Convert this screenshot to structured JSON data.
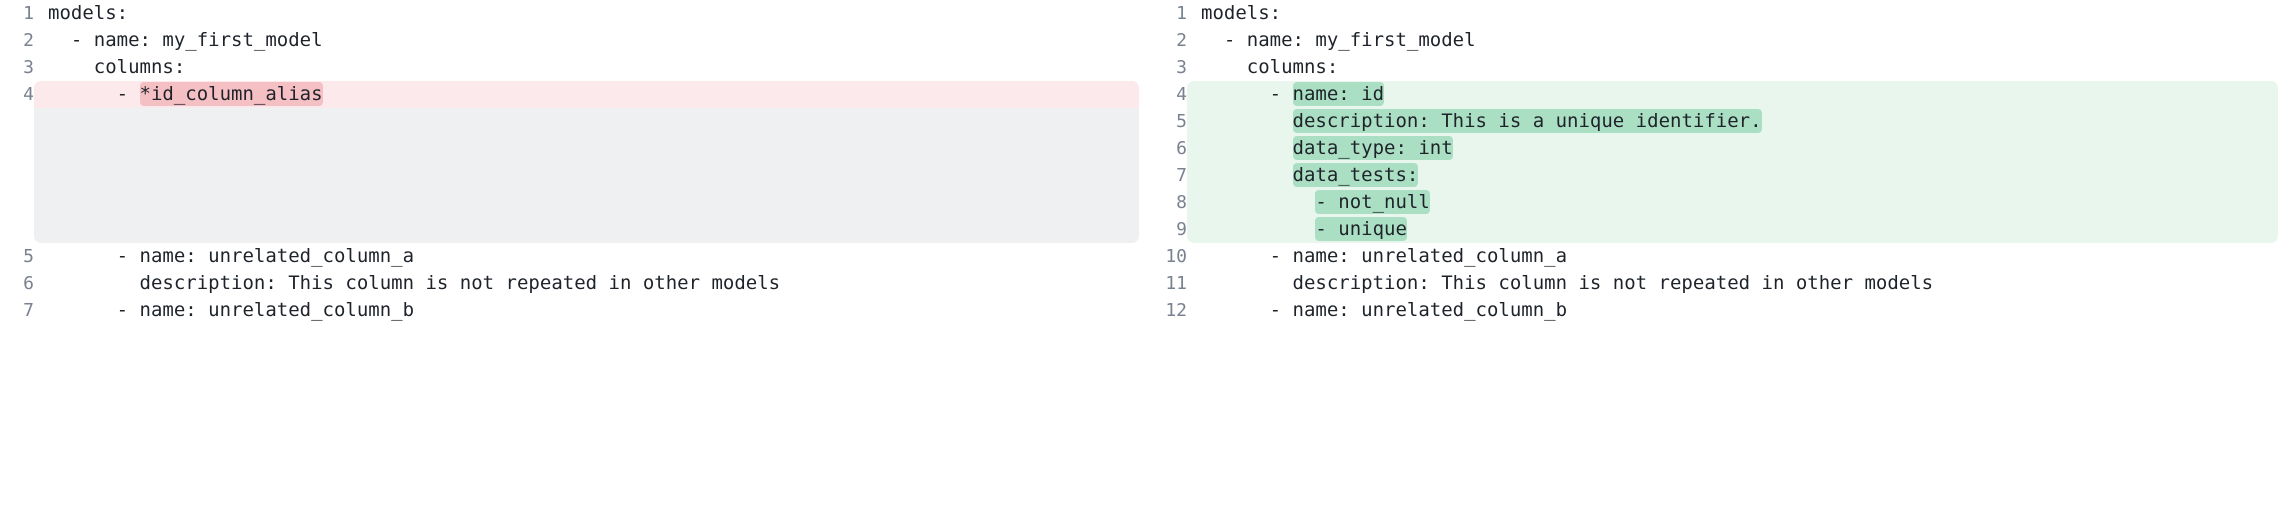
{
  "view": {
    "kind": "split-diff",
    "language": "yaml",
    "colors": {
      "deleted_line_bg": "#fbe9eb",
      "deleted_word_bg": "#f5c0c4",
      "added_line_bg": "#e9f6ee",
      "added_word_bg": "#abdfc4",
      "filler_bg": "#eff0f1",
      "line_number": "#7a8290",
      "text": "#1e232a",
      "background": "#ffffff"
    }
  },
  "left": {
    "rows": [
      {
        "num": "1",
        "type": "ctx",
        "pre": "models:",
        "mark": "",
        "post": ""
      },
      {
        "num": "2",
        "type": "ctx",
        "pre": "  - name: my_first_model",
        "mark": "",
        "post": ""
      },
      {
        "num": "3",
        "type": "ctx",
        "pre": "    columns:",
        "mark": "",
        "post": ""
      },
      {
        "num": "4",
        "type": "del",
        "pre": "      - ",
        "mark": "*id_column_alias",
        "post": ""
      },
      {
        "num": "",
        "type": "fill",
        "pre": "",
        "mark": "",
        "post": ""
      },
      {
        "num": "",
        "type": "fill",
        "pre": "",
        "mark": "",
        "post": ""
      },
      {
        "num": "",
        "type": "fill",
        "pre": "",
        "mark": "",
        "post": ""
      },
      {
        "num": "",
        "type": "fill",
        "pre": "",
        "mark": "",
        "post": ""
      },
      {
        "num": "",
        "type": "fill",
        "pre": "",
        "mark": "",
        "post": ""
      },
      {
        "num": "5",
        "type": "ctx",
        "pre": "      - name: unrelated_column_a",
        "mark": "",
        "post": ""
      },
      {
        "num": "6",
        "type": "ctx",
        "pre": "        description: This column is not repeated in other models",
        "mark": "",
        "post": ""
      },
      {
        "num": "7",
        "type": "ctx",
        "pre": "      - name: unrelated_column_b",
        "mark": "",
        "post": ""
      }
    ]
  },
  "right": {
    "rows": [
      {
        "num": "1",
        "type": "ctx",
        "pre": "models:",
        "mark": "",
        "post": ""
      },
      {
        "num": "2",
        "type": "ctx",
        "pre": "  - name: my_first_model",
        "mark": "",
        "post": ""
      },
      {
        "num": "3",
        "type": "ctx",
        "pre": "    columns:",
        "mark": "",
        "post": ""
      },
      {
        "num": "4",
        "type": "add",
        "pre": "      - ",
        "mark": "name: id",
        "post": ""
      },
      {
        "num": "5",
        "type": "add",
        "pre": "        ",
        "mark": "description: This is a unique identifier.",
        "post": ""
      },
      {
        "num": "6",
        "type": "add",
        "pre": "        ",
        "mark": "data_type: int",
        "post": ""
      },
      {
        "num": "7",
        "type": "add",
        "pre": "        ",
        "mark": "data_tests:",
        "post": ""
      },
      {
        "num": "8",
        "type": "add",
        "pre": "          ",
        "mark": "- not_null",
        "post": ""
      },
      {
        "num": "9",
        "type": "add",
        "pre": "          ",
        "mark": "- unique",
        "post": ""
      },
      {
        "num": "10",
        "type": "ctx",
        "pre": "      - name: unrelated_column_a",
        "mark": "",
        "post": ""
      },
      {
        "num": "11",
        "type": "ctx",
        "pre": "        description: This column is not repeated in other models",
        "mark": "",
        "post": ""
      },
      {
        "num": "12",
        "type": "ctx",
        "pre": "      - name: unrelated_column_b",
        "mark": "",
        "post": ""
      }
    ]
  }
}
